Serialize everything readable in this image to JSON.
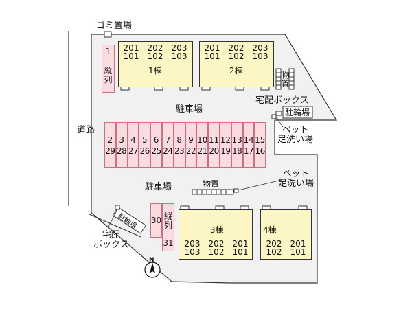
{
  "labels": {
    "garbage": "ゴミ置場",
    "road": "道路",
    "parking_north": "駐車場",
    "parking_south": "駐車場",
    "storage_center": "物置",
    "storage_right": "物置",
    "delivery_box_top": "宅配ボックス",
    "bicycle_parking": "駐輪場",
    "pet_wash_top": "ペット\n足洗い場",
    "pet_wash_mid": "ペット\n足洗い場",
    "delivery_box_bottom": "宅配\nボックス",
    "bicycle_parking_bottom": "駐輪場",
    "compass": "N"
  },
  "buildings": [
    {
      "name": "1棟",
      "top_rooms": [
        "201",
        "202",
        "203"
      ],
      "bottom_rooms": [
        "101",
        "102",
        "103"
      ]
    },
    {
      "name": "2棟",
      "top_rooms": [
        "201",
        "202",
        "203"
      ],
      "bottom_rooms": [
        "101",
        "102",
        "103"
      ]
    },
    {
      "name": "3棟",
      "top_rooms": [
        "203",
        "202",
        "201"
      ],
      "bottom_rooms": [
        "103",
        "102",
        "101"
      ]
    },
    {
      "name": "4棟",
      "top_rooms": [
        "202",
        "201"
      ],
      "bottom_rooms": [
        "102",
        "101"
      ]
    }
  ],
  "parking": {
    "north_vertical": {
      "number": "1",
      "text": "縦\n列"
    },
    "row_top": [
      "2",
      "3",
      "4",
      "5",
      "6",
      "7",
      "8",
      "9",
      "10",
      "11",
      "12",
      "13",
      "14",
      "15"
    ],
    "row_bottom": [
      "29",
      "28",
      "27",
      "26",
      "25",
      "24",
      "23",
      "22",
      "21",
      "20",
      "19",
      "18",
      "17",
      "16"
    ],
    "south_30": "30",
    "south_31": {
      "text": "縦\n列",
      "number": "31"
    }
  },
  "colors": {
    "building_fill": "#fbf6c4",
    "parking_fill": "#fadbe0",
    "parking_stroke": "#d46b7e",
    "lot_fill": "#f1f1f1",
    "lot_stroke": "#333333"
  }
}
